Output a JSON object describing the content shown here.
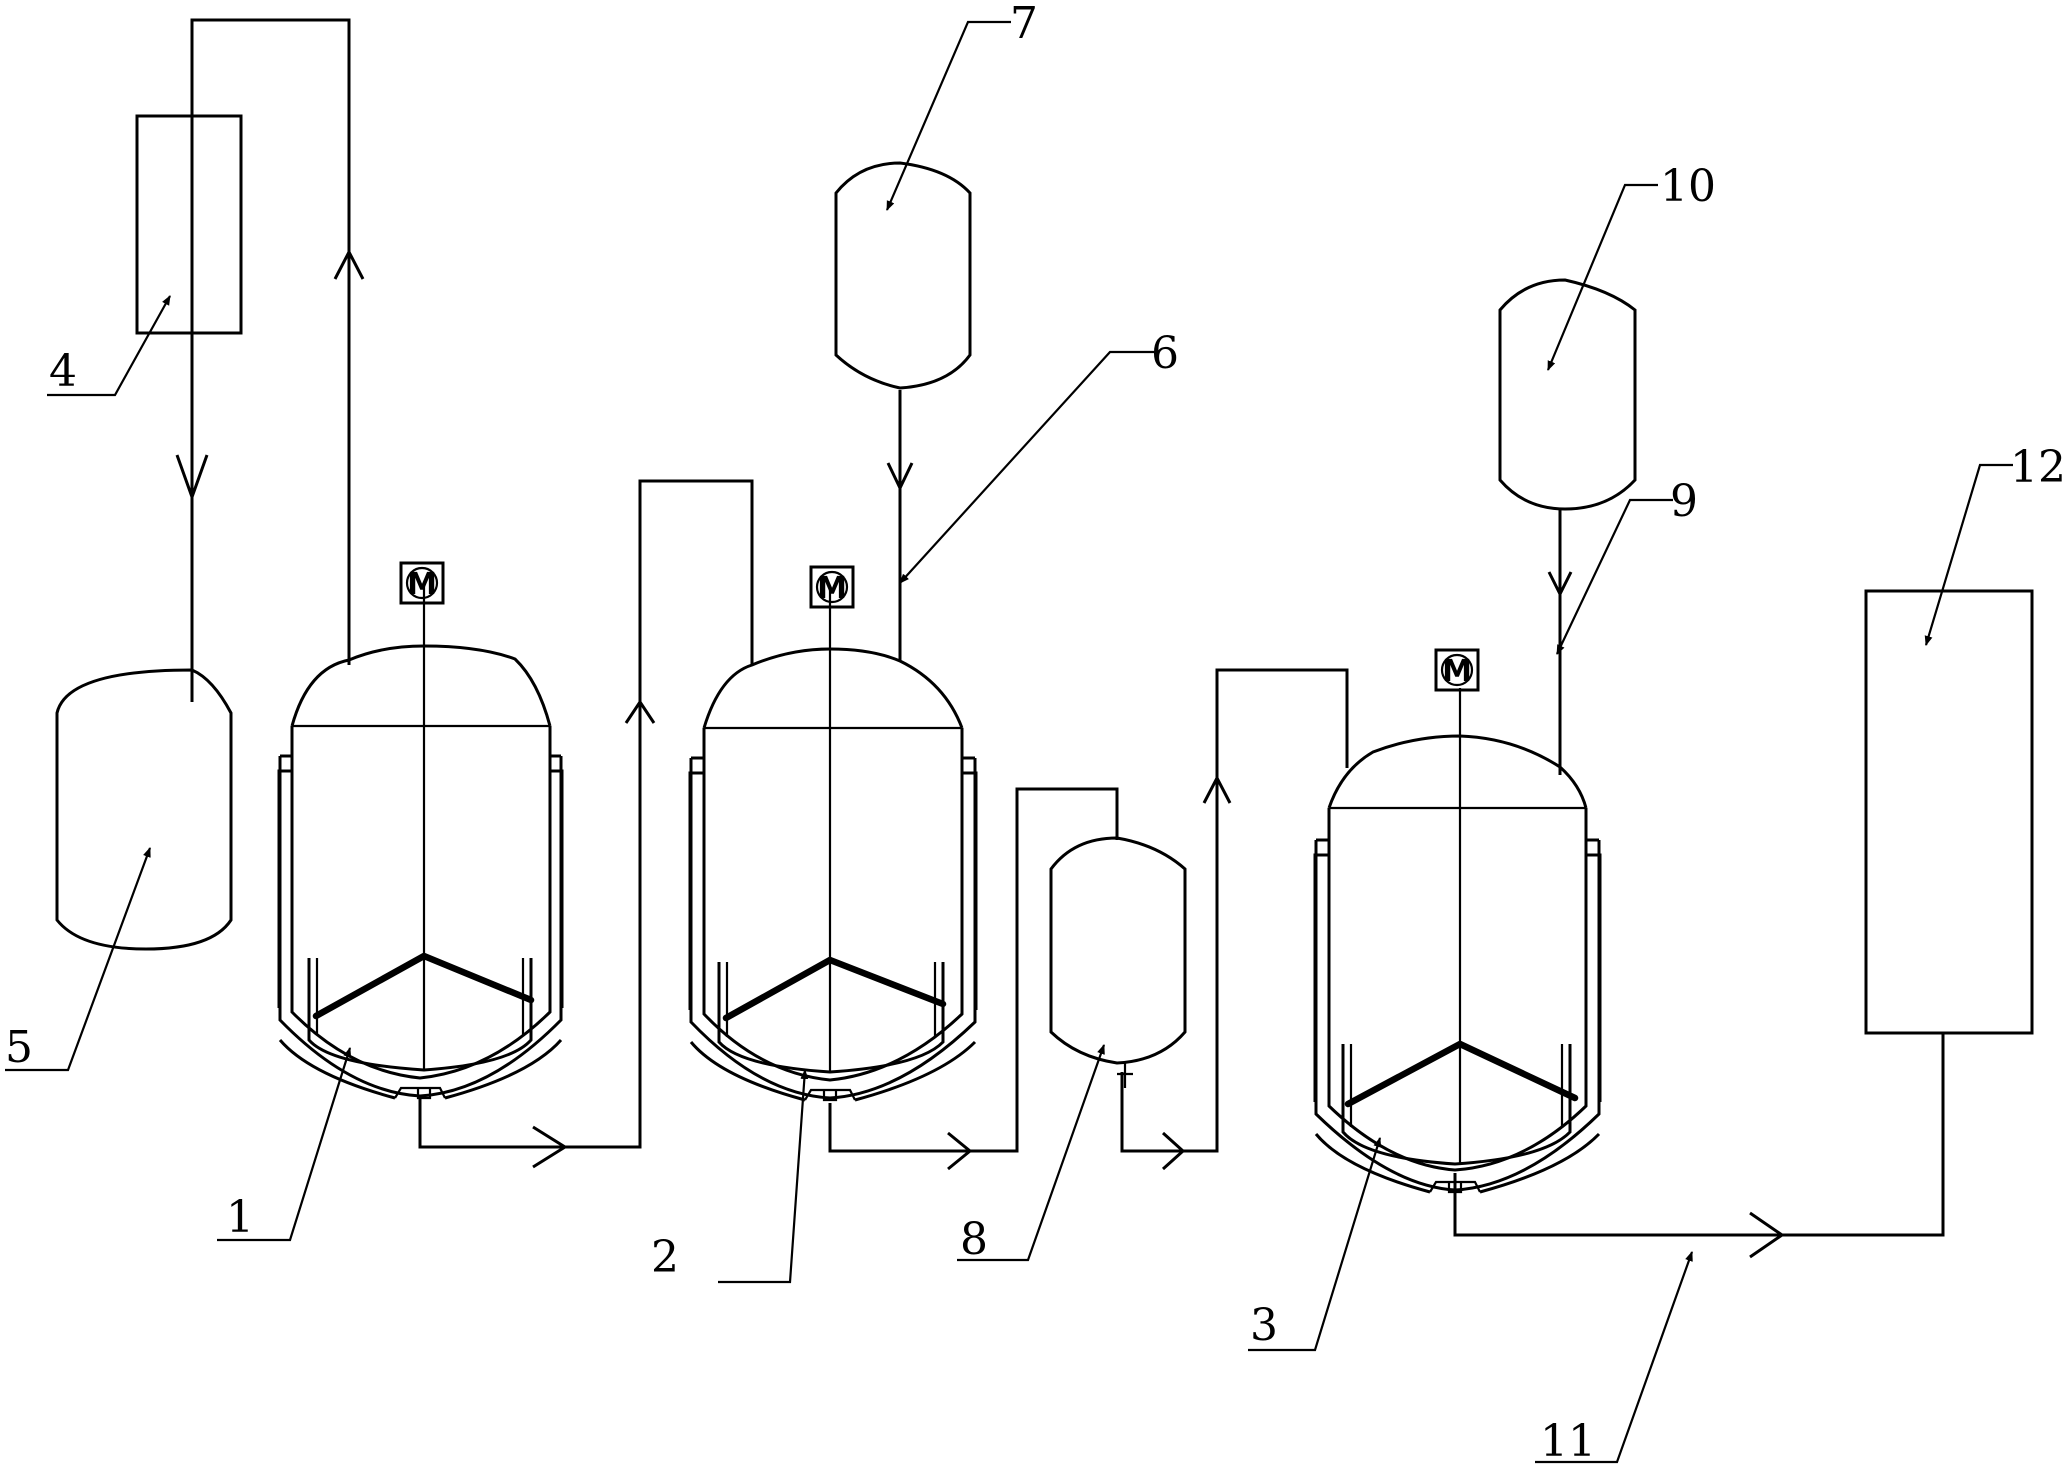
{
  "diagram": {
    "motor_symbol": "M",
    "labels": [
      "1",
      "2",
      "3",
      "4",
      "5",
      "6",
      "7",
      "8",
      "9",
      "10",
      "11",
      "12"
    ],
    "colors": {
      "line": "#000000",
      "background": "#ffffff"
    }
  }
}
